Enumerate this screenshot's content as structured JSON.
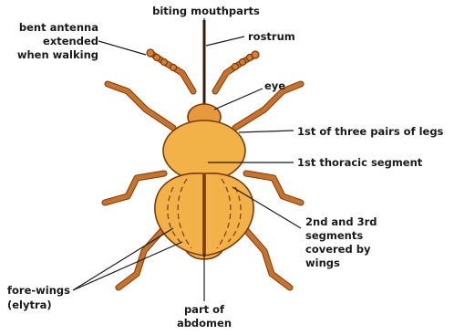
{
  "labels": {
    "biting_mouthparts": "biting mouthparts",
    "bent_antenna": [
      "bent antenna",
      "extended",
      "when walking"
    ],
    "rostrum": "rostrum",
    "eye": "eye",
    "first_pair_legs": "1st of three pairs of legs",
    "first_thoracic": "1st thoracic segment",
    "segments_2_3": [
      "2nd and 3rd",
      "segments",
      "covered by",
      "wings"
    ],
    "fore_wings": [
      "fore-wings",
      "(elytra)"
    ],
    "abdomen": [
      "part of",
      "abdomen"
    ]
  },
  "colors": {
    "body": "#e79a3b",
    "elytra": "#f2b248",
    "outline": "#7a3a0a"
  }
}
